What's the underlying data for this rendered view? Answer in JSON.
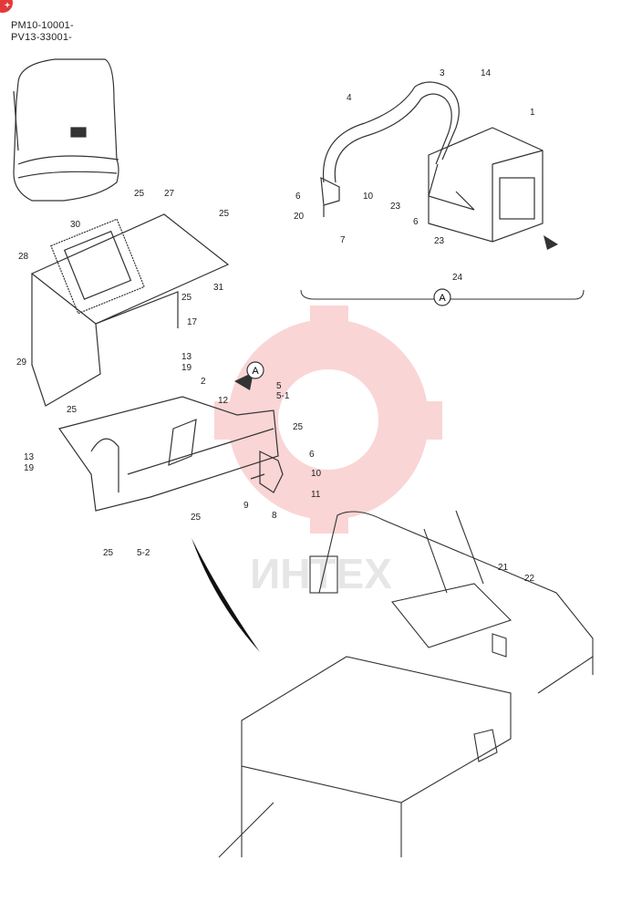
{
  "header": {
    "corner_badge": "+",
    "serials": [
      "PM10-10001-",
      "PV13-33001-"
    ]
  },
  "watermark": {
    "text": "ИНТЕХ",
    "color": "#f08a8a"
  },
  "view_marker": "A",
  "callouts_top": [
    "1",
    "3",
    "4",
    "6",
    "10",
    "20",
    "7",
    "14",
    "23",
    "6",
    "23",
    "24"
  ],
  "callouts_left": [
    "25",
    "27",
    "25",
    "30",
    "28",
    "31",
    "25",
    "17",
    "29",
    "13",
    "19",
    "2",
    "12",
    "25",
    "13",
    "19",
    "25",
    "5-2",
    "25"
  ],
  "callouts_center": [
    "5",
    "5-1",
    "25",
    "6",
    "10",
    "11",
    "9",
    "8"
  ],
  "callouts_bottom": [
    "21",
    "22"
  ]
}
